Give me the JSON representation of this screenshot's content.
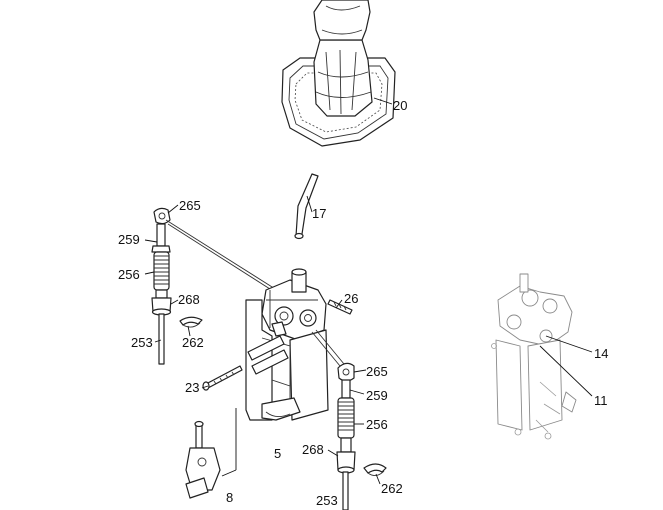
{
  "callouts": [
    {
      "id": "20",
      "text": "20"
    },
    {
      "id": "265a",
      "text": "265"
    },
    {
      "id": "17",
      "text": "17"
    },
    {
      "id": "259a",
      "text": "259"
    },
    {
      "id": "256a",
      "text": "256"
    },
    {
      "id": "268a",
      "text": "268"
    },
    {
      "id": "26",
      "text": "26"
    },
    {
      "id": "253",
      "text": "253"
    },
    {
      "id": "262a",
      "text": "262"
    },
    {
      "id": "265b",
      "text": "265"
    },
    {
      "id": "23",
      "text": "23"
    },
    {
      "id": "259b",
      "text": "259"
    },
    {
      "id": "256b",
      "text": "256"
    },
    {
      "id": "5",
      "text": "5"
    },
    {
      "id": "268b",
      "text": "268"
    },
    {
      "id": "262b",
      "text": "262"
    },
    {
      "id": "14",
      "text": "14"
    },
    {
      "id": "11",
      "text": "11"
    },
    {
      "id": "8",
      "text": "8"
    },
    {
      "id": "253b",
      "text": "253"
    }
  ]
}
